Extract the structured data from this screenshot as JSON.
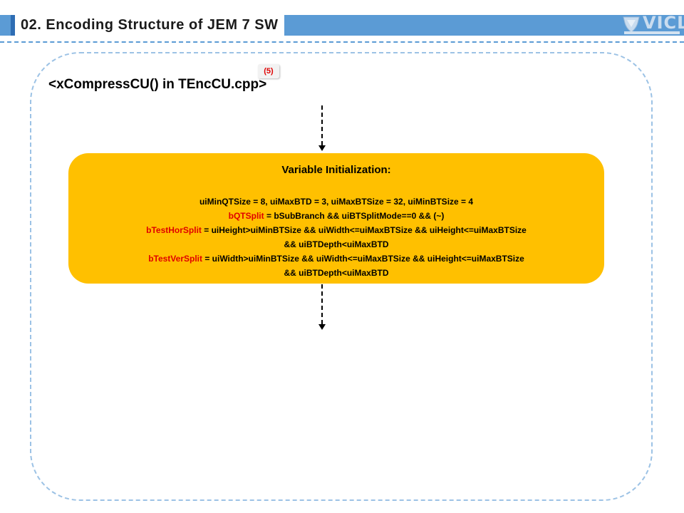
{
  "header": {
    "title": "02. Encoding Structure of JEM 7 SW",
    "logo_text": "VICL"
  },
  "main": {
    "function_title": "<xCompressCU() in TEncCU.cpp>",
    "step_badge": "(5)",
    "box": {
      "title": "Variable Initialization:",
      "line1": "uiMinQTSize = 8, uiMaxBTD = 3, uiMaxBTSize = 32, uiMinBTSize = 4",
      "line2_var": "bQTSplit",
      "line2_rest": " = bSubBranch && uiBTSplitMode==0 && (~)",
      "line3_var": "bTestHorSplit",
      "line3_rest": " = uiHeight>uiMinBTSize && uiWidth<=uiMaxBTSize && uiHeight<=uiMaxBTSize",
      "line4": "&& uiBTDepth<uiMaxBTD",
      "line5_var": "bTestVerSplit",
      "line5_rest": " = uiWidth>uiMinBTSize && uiWidth<=uiMaxBTSize && uiHeight<=uiMaxBTSize",
      "line6": "&& uiBTDepth<uiMaxBTD"
    }
  },
  "colors": {
    "header_bar": "#5b9bd5",
    "box_fill": "#ffc000",
    "highlight_text": "#e00000",
    "frame_border": "#9cc2e5"
  },
  "icons": {
    "logo": "vicl-logo-icon",
    "arrows": "dashed-down-arrow-icon"
  }
}
